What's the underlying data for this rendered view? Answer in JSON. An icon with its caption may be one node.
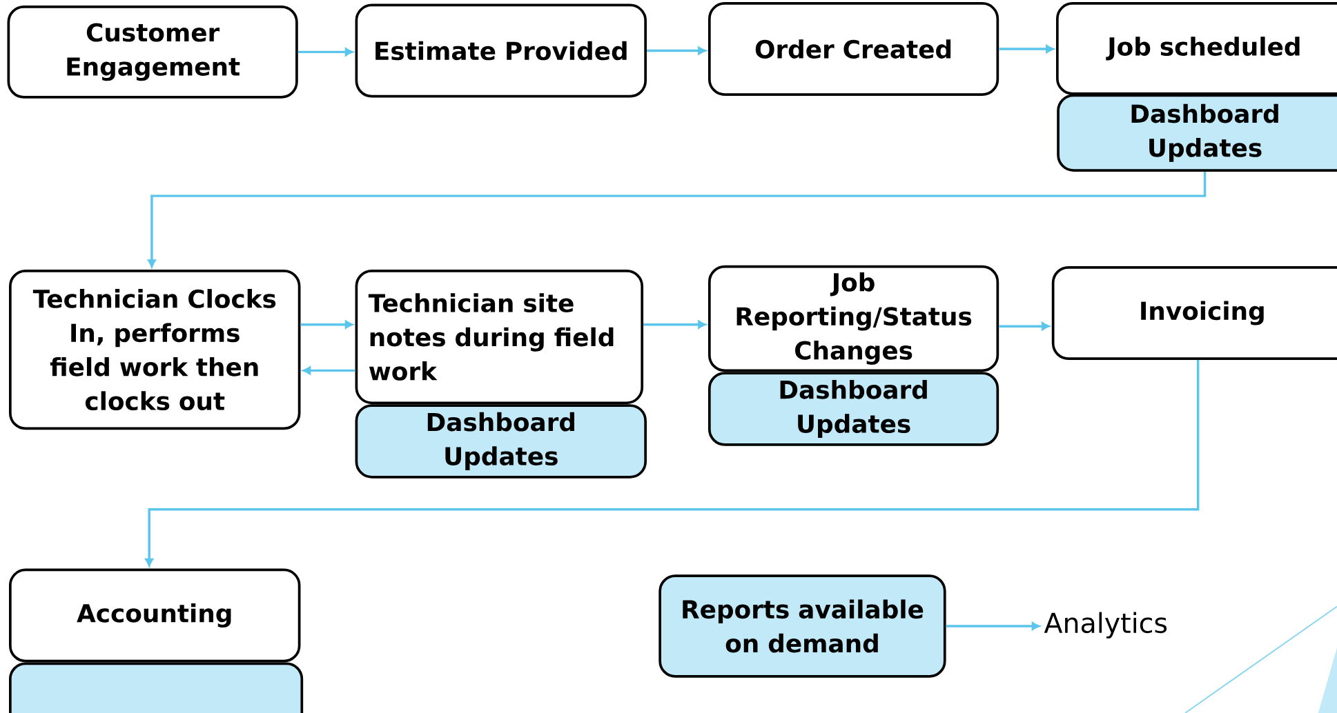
{
  "diagram": {
    "nodes": [
      {
        "text": [
          "Customer Engagement"
        ]
      },
      {
        "text": [
          "Estimate Provided"
        ]
      },
      {
        "text": [
          "Order Created"
        ]
      },
      {
        "text": [
          "Job scheduled"
        ]
      },
      {
        "text": [
          "Dashboard Updates"
        ]
      },
      {
        "text": [
          "Technician Clocks In, performs field work then clocks out"
        ]
      },
      {
        "text": [
          "Technician site notes during field work"
        ]
      },
      {
        "text": [
          "Dashboard Updates"
        ]
      },
      {
        "text": [
          "Job Reporting/Status Changes"
        ]
      },
      {
        "text": [
          "Dashboard Updates"
        ]
      },
      {
        "text": [
          "Invoicing"
        ]
      },
      {
        "text": [
          "Accounting"
        ]
      },
      {
        "text": [],
        "shape": "box"
      },
      {
        "text": [
          "Reports available on demand"
        ]
      },
      {
        "text": [
          "Analytics"
        ]
      }
    ],
    "edges": [
      {
        "from": 0,
        "to": 1,
        "arrow": "to"
      },
      {
        "from": 1,
        "to": 2,
        "arrow": "to"
      },
      {
        "from": 2,
        "to": 3,
        "arrow": "to"
      },
      {
        "from": 4,
        "to": 5,
        "arrow": "to"
      },
      {
        "from": 5,
        "to": 6,
        "arrow": "to"
      },
      {
        "from": 6,
        "to": 5,
        "arrow": "to"
      },
      {
        "from": 6,
        "to": 8,
        "arrow": "to"
      },
      {
        "from": 8,
        "to": 10,
        "arrow": "to"
      },
      {
        "from": 10,
        "to": 11,
        "arrow": "to"
      },
      {
        "from": 13,
        "to": 14,
        "arrow": "to"
      }
    ]
  }
}
